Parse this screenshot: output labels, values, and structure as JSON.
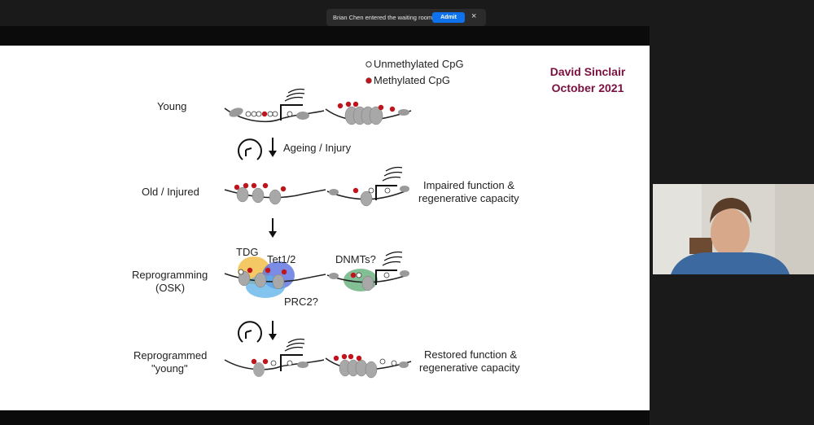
{
  "notification": {
    "message": "Brian Chen entered the waiting room",
    "admit_label": "Admit",
    "close_glyph": "×"
  },
  "slide": {
    "author": "David Sinclair",
    "date": "October 2021",
    "legend": {
      "unmethylated": "Unmethylated CpG",
      "methylated": "Methylated CpG"
    },
    "rows": {
      "young": "Young",
      "ageing": "Ageing / Injury",
      "old": "Old / Injured",
      "impaired_1": "Impaired function &",
      "impaired_2": "regenerative capacity",
      "reprog_1": "Reprogramming",
      "reprog_2": "(OSK)",
      "tdg": "TDG",
      "tet": "Tet1/2",
      "prc2": "PRC2?",
      "dnmts": "DNMTs?",
      "reprogrammed_1": "Reprogrammed",
      "reprogrammed_2": "\"young\"",
      "restored_1": "Restored function &",
      "restored_2": "regenerative capacity"
    }
  },
  "colors": {
    "admit_blue": "#0e72ed",
    "author_maroon": "#7a1040",
    "methyl_red": "#c0141c"
  },
  "icons": [
    "close-icon",
    "clock-arrow-icon",
    "down-arrow-icon",
    "nucleosome-icon",
    "cpg-pin-icon"
  ]
}
